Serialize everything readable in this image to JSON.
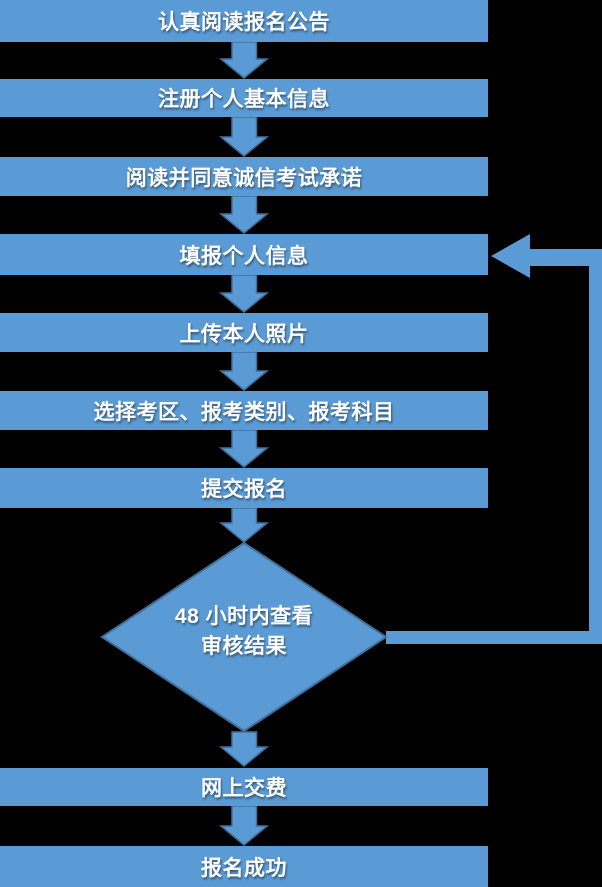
{
  "flowchart": {
    "colors": {
      "background": "#000000",
      "shape_fill": "#5B9BD5",
      "shape_stroke": "#41719C",
      "text": "#FFFFFF"
    },
    "nodes": [
      {
        "id": "n1",
        "type": "process",
        "label": "认真阅读报名公告"
      },
      {
        "id": "n2",
        "type": "process",
        "label": "注册个人基本信息"
      },
      {
        "id": "n3",
        "type": "process",
        "label": "阅读并同意诚信考试承诺"
      },
      {
        "id": "n4",
        "type": "process",
        "label": "填报个人信息"
      },
      {
        "id": "n5",
        "type": "process",
        "label": "上传本人照片"
      },
      {
        "id": "n6",
        "type": "process",
        "label": "选择考区、报考类别、报考科目"
      },
      {
        "id": "n7",
        "type": "process",
        "label": "提交报名"
      },
      {
        "id": "n8",
        "type": "decision",
        "label": "48 小时内查看 审核结果",
        "line1": "48 小时内查看",
        "line2": "审核结果"
      },
      {
        "id": "n9",
        "type": "process",
        "label": "网上交费"
      },
      {
        "id": "n10",
        "type": "process",
        "label": "报名成功"
      }
    ],
    "edges": [
      {
        "from": "n1",
        "to": "n2",
        "style": "down-arrow"
      },
      {
        "from": "n2",
        "to": "n3",
        "style": "down-arrow"
      },
      {
        "from": "n3",
        "to": "n4",
        "style": "down-arrow"
      },
      {
        "from": "n4",
        "to": "n5",
        "style": "down-arrow"
      },
      {
        "from": "n5",
        "to": "n6",
        "style": "down-arrow"
      },
      {
        "from": "n6",
        "to": "n7",
        "style": "down-arrow"
      },
      {
        "from": "n7",
        "to": "n8",
        "style": "down-arrow"
      },
      {
        "from": "n8",
        "to": "n9",
        "style": "down-arrow"
      },
      {
        "from": "n8",
        "to": "n4",
        "style": "feedback-loop-right-side"
      },
      {
        "from": "n9",
        "to": "n10",
        "style": "down-arrow"
      }
    ]
  }
}
